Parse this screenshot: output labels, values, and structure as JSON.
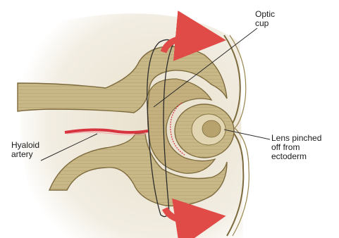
{
  "labels": {
    "optic_cup": [
      "Optic",
      "cup"
    ],
    "hyaloid_artery": [
      "Hyaloid",
      "artery"
    ],
    "lens": [
      "Lens pinched",
      "off from",
      "ectoderm"
    ]
  },
  "colors": {
    "tissue_fill": "#c8b787",
    "tissue_stroke": "#7d6a3c",
    "background_tint": "#efe9db",
    "artery": "#d8343f",
    "arrow": "#e04b47",
    "leader_line": "#2b2b2b"
  }
}
